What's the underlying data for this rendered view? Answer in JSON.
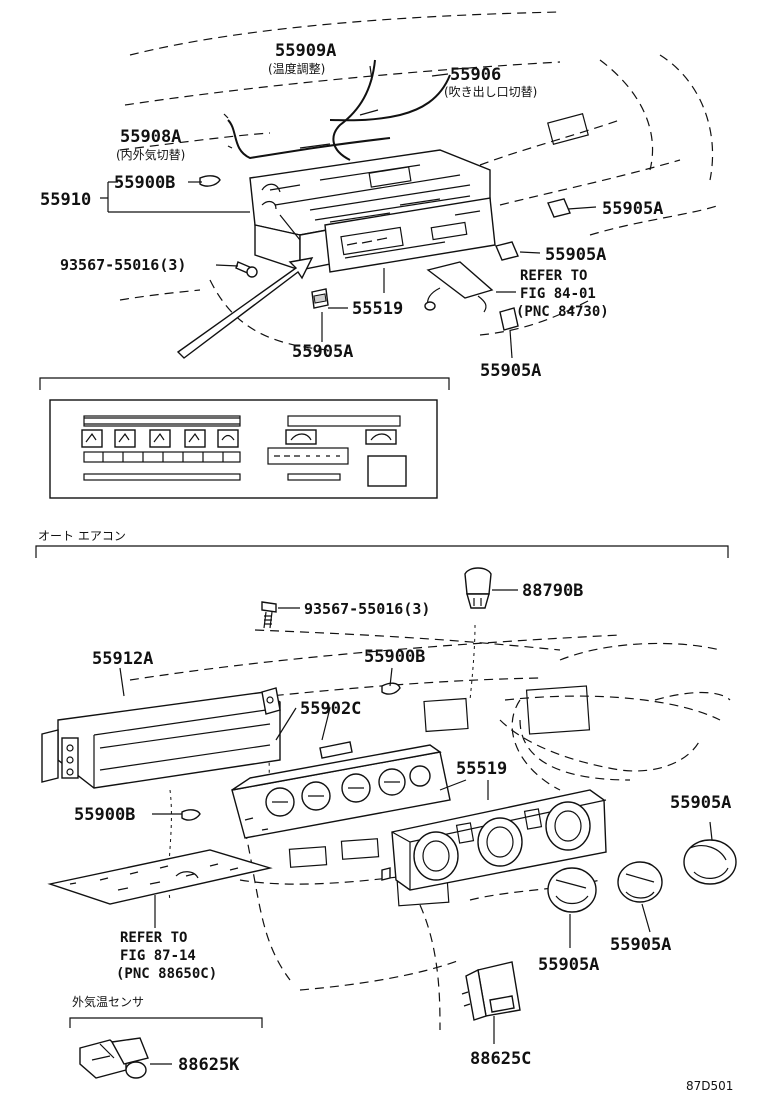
{
  "labels": {
    "p55909A": "55909A",
    "p55909A_note": "(温度調整)",
    "p55906": "55906",
    "p55906_note": "(吹き出し口切替)",
    "p55908A": "55908A",
    "p55908A_note": "(内外気切替)",
    "p55910": "55910",
    "p55900B_top": "55900B",
    "p55905A_tr1": "55905A",
    "p55905A_tr2": "55905A",
    "bolt_top": "93567-55016(3)",
    "p55519_top": "55519",
    "ref_top_1": "REFER TO",
    "ref_top_2": "FIG 84-01",
    "ref_top_3": "(PNC 84730)",
    "p55905A_bl": "55905A",
    "p55905A_br": "55905A",
    "auto_ac": "オート エアコン",
    "p88790B": "88790B",
    "bolt_bottom": "93567-55016(3)",
    "p55912A": "55912A",
    "p55900B_mid": "55900B",
    "p55902C": "55902C",
    "p55519_bottom": "55519",
    "p55900B_left": "55900B",
    "p55905A_r": "55905A",
    "ref_bot_1": "REFER TO",
    "ref_bot_2": "FIG 87-14",
    "ref_bot_3": "(PNC 88650C)",
    "p55905A_b1": "55905A",
    "p55905A_b2": "55905A",
    "sensor_caption": "外気温センサ",
    "p88625K": "88625K",
    "p88625C": "88625C",
    "diagram_code": "87D501"
  },
  "icons": [
    "heater-control-assembly",
    "control-panel-face",
    "knob",
    "bolt",
    "clip",
    "ambient-sensor",
    "switch-connector",
    "dash-bezel"
  ]
}
